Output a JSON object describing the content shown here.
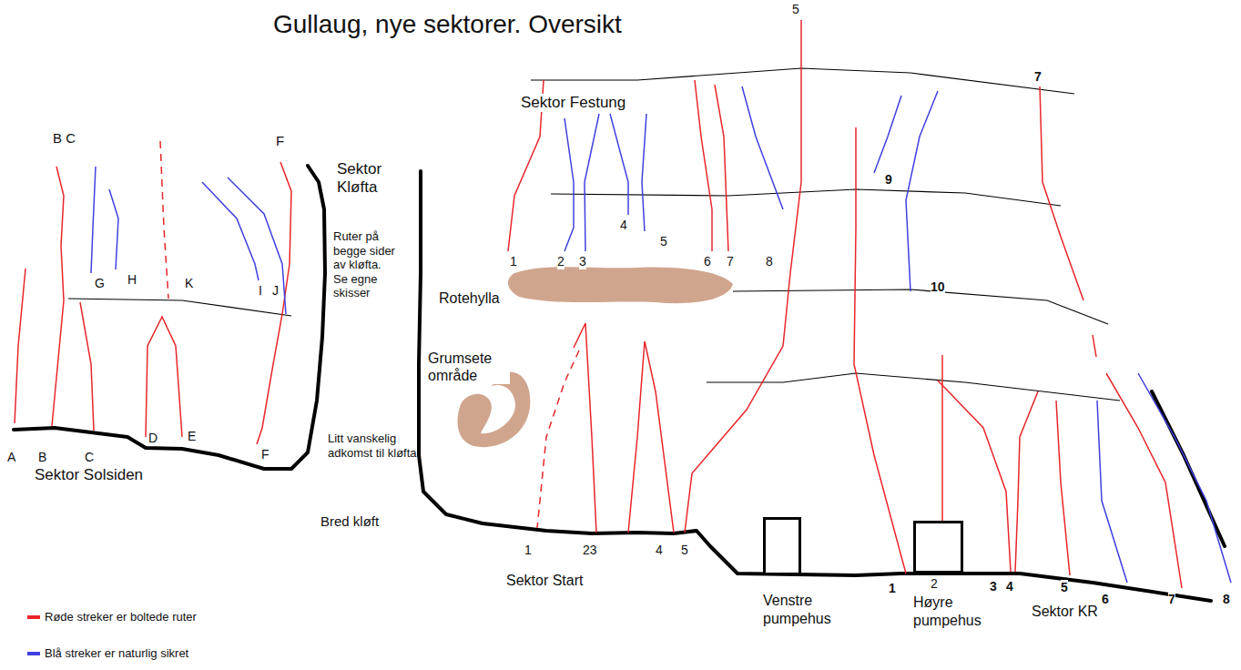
{
  "diagram": {
    "title": "Gullaug, nye sektorer. Oversikt",
    "nodes": [
      {
        "text": [
          "Venstre pumpehus"
        ]
      },
      {
        "text": [
          "Høyre pumpehus"
        ]
      }
    ],
    "edges": [],
    "labels": [
      "B C",
      "F",
      "G",
      "H",
      "K",
      "I",
      "J",
      "A",
      "B",
      "C",
      "D",
      "E",
      "F",
      "Sektor Solsiden",
      "Sektor Kløfta",
      "Ruter på begge sider av kløfta. Se egne skisser",
      "Litt vanskelig adkomst til kløfta",
      "Bred kløft",
      "Sektor Festung",
      "5",
      "7",
      "9",
      "4",
      "5",
      "1",
      "2",
      "3",
      "6",
      "7",
      "8",
      "10",
      "Rotehylla",
      "Grumsete område",
      "1",
      "23",
      "4",
      "5",
      "Sektor Start",
      "1",
      "2",
      "3",
      "4",
      "5",
      "Sektor KR",
      "6",
      "7",
      "8"
    ],
    "legend": [
      {
        "text": "Røde streker er boltede ruter",
        "color": "#e8262a"
      },
      {
        "text": "Blå streker er naturlig sikret",
        "color": "#4040e0"
      }
    ]
  }
}
